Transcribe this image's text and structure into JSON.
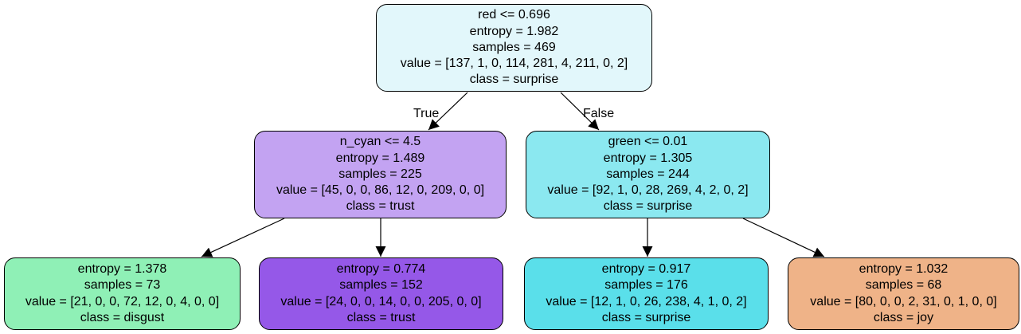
{
  "nodes": [
    {
      "lines": [
        "red <= 0.696",
        "entropy = 1.982",
        "samples = 469",
        "value = [137, 1, 0, 114, 281, 4, 211, 0, 2]",
        "class = surprise"
      ],
      "fill": "#e2f7fb"
    },
    {
      "lines": [
        "n_cyan <= 4.5",
        "entropy = 1.489",
        "samples = 225",
        "value = [45, 0, 0, 86, 12, 0, 209, 0, 0]",
        "class = trust"
      ],
      "fill": "#c3a3f2"
    },
    {
      "lines": [
        "green <= 0.01",
        "entropy = 1.305",
        "samples = 244",
        "value = [92, 1, 0, 28, 269, 4, 2, 0, 2]",
        "class = surprise"
      ],
      "fill": "#8be8f0"
    },
    {
      "lines": [
        "entropy = 1.378",
        "samples = 73",
        "value = [21, 0, 0, 72, 12, 0, 4, 0, 0]",
        "class = disgust"
      ],
      "fill": "#8ff0b6"
    },
    {
      "lines": [
        "entropy = 0.774",
        "samples = 152",
        "value = [24, 0, 0, 14, 0, 0, 205, 0, 0]",
        "class = trust"
      ],
      "fill": "#9558e8"
    },
    {
      "lines": [
        "entropy = 0.917",
        "samples = 176",
        "value = [12, 1, 0, 26, 238, 4, 1, 0, 2]",
        "class = surprise"
      ],
      "fill": "#5adfea"
    },
    {
      "lines": [
        "entropy = 1.032",
        "samples = 68",
        "value = [80, 0, 0, 2, 31, 0, 1, 0, 0]",
        "class = joy"
      ],
      "fill": "#efb388"
    }
  ],
  "edges": [
    {
      "from": 0,
      "to": 1,
      "label": "True"
    },
    {
      "from": 0,
      "to": 2,
      "label": "False"
    },
    {
      "from": 1,
      "to": 3,
      "label": ""
    },
    {
      "from": 1,
      "to": 4,
      "label": ""
    },
    {
      "from": 2,
      "to": 5,
      "label": ""
    },
    {
      "from": 2,
      "to": 6,
      "label": ""
    }
  ]
}
